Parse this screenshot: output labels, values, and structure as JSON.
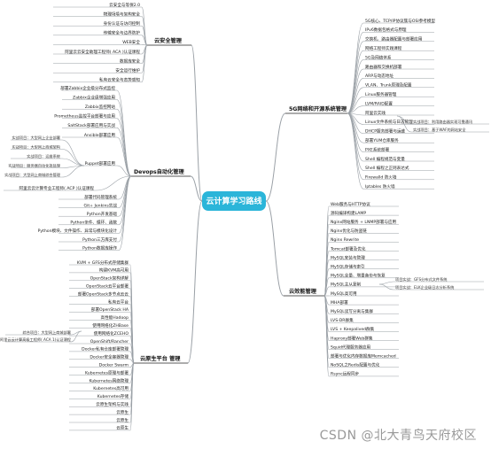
{
  "center": "云计算学习路线",
  "watermark": "CSDN @北大青鸟天府校区",
  "colors": {
    "center_fill": "#2bb5d9",
    "line": "#9aa0a6",
    "underline": "#222"
  },
  "branches": {
    "security": {
      "label": "云安全管理",
      "items": [
        "云安全与等保2.0",
        "物理场境与架构安全",
        "身份认证与访问控制",
        "传输安全与边界防护",
        "WEB安全",
        "阿里云云安全助理工程师( ACA )认证课程",
        "数据库安全",
        "安全运行维护",
        "私有云安全与态势感知"
      ]
    },
    "devops": {
      "label": "Devops自动化管理",
      "items": [
        "部署Zabbix企业级分布式监控",
        "Zabbix企业级增强应用",
        "Zabbix监控网站",
        "Prometheus监控平台部署与应用",
        "SaltStack部署应用与实战",
        "Ansible部署应用"
      ],
      "puppet": {
        "label": "Puppet部署应用",
        "subs": [
          "实战项目：大型网上企业部署",
          "实战项目：大型网上商城架构",
          "实战项目：运维系统",
          "实战项目：服务器自动化批处理",
          "实战项目：大型网上商城综合管理"
        ]
      },
      "items2": [
        "阿里云云计算专业工程师( ACP )认证课程",
        "部署代码管理系统",
        "Git+ Jenkins实战",
        "Python开发基础",
        "Python条件、循环、函数",
        "Python模块、文件操作、异常与模块化设计",
        "Python三方库支付",
        "Python数据库操作"
      ]
    },
    "cloud": {
      "label": "云原生平台 管理",
      "items": [
        "KVM + GFS分布式存储集群",
        "构建KVM高可用",
        "OpenStack架构详解",
        "OpenStack云平台部署",
        "部署OpenStack多节点云云",
        "私有云平台",
        "部署OpenStack HA",
        "高性能Hadoop",
        "使用网络化ZHBase",
        "使用网络化ZCEHO",
        "OpenShift/Rancher",
        "Docker私有仓库部署管理",
        "Docker安全容器管理",
        "Docker Swarm",
        "Kubernetes原理与部署",
        "Kubernetes网络管理",
        "Kubernetes高可用",
        "Kubernetes存储",
        "云原生架构与实践",
        "云原生",
        "云原生",
        "云原生"
      ],
      "side": [
        "综合项目：大型网上商城部署",
        "阿里云云计算高级工程师( ACA 1)认证课程"
      ]
    },
    "linux": {
      "label": "5G网络和开源系统管理",
      "items": [
        "5G核心、TCP/IP协议簇与OSI参考模型",
        "IPv6数据包格式与原理",
        "交换机、路由器配置与部署应用",
        "网络工程师实践课程",
        "5G及网络体系",
        "路由器和交换机部署",
        "ARP与动态地址",
        "VLAN、Trunk原理及配置",
        "Linux服务器管理",
        "LVM/RAID配置",
        "阿里云实践",
        "Linux文件系统与日志管理",
        "DHCP服务部署与运维",
        "部署YUM仓库服务",
        "PXE系统部署",
        "Shell 编程规范与变量",
        "Shell 编程之正则表达式",
        "Firewalld 防火墙",
        "Iptables 防火墙"
      ],
      "sub": [
        "实战项目：利用路由器实现可靠通讯",
        "实战项目：基于WAF的网站安全"
      ]
    },
    "perf": {
      "label": "云效能管理",
      "items": [
        "Web服务与HTTP协议",
        "源码编译构建LAMP",
        "Nginx网站服务 + LNMP部署与应用",
        "Nginx优化与防盗链",
        "Nginx Rewrite",
        "Tomcat部署及优化",
        "MySQL安装与管理",
        "MySQL存储与索引",
        "MySQL全量、增量备份与恢复",
        "MySQL主从复制",
        "MySQL高可用",
        "MHA部署",
        "MySQL读写分离与集群",
        "LVS-DR群集",
        "LVS + Keepalived群集",
        "Haproxy部署Web群集",
        "Squid代理服务器应用",
        "部署与优化内存数据库Memcached",
        "NoSQL之Redis配置与优化",
        "Rsync远程同步"
      ],
      "sub": [
        "项目实战：GFS分布式文件系统",
        "项目实战：ELK企业级日志分析系统"
      ]
    }
  }
}
